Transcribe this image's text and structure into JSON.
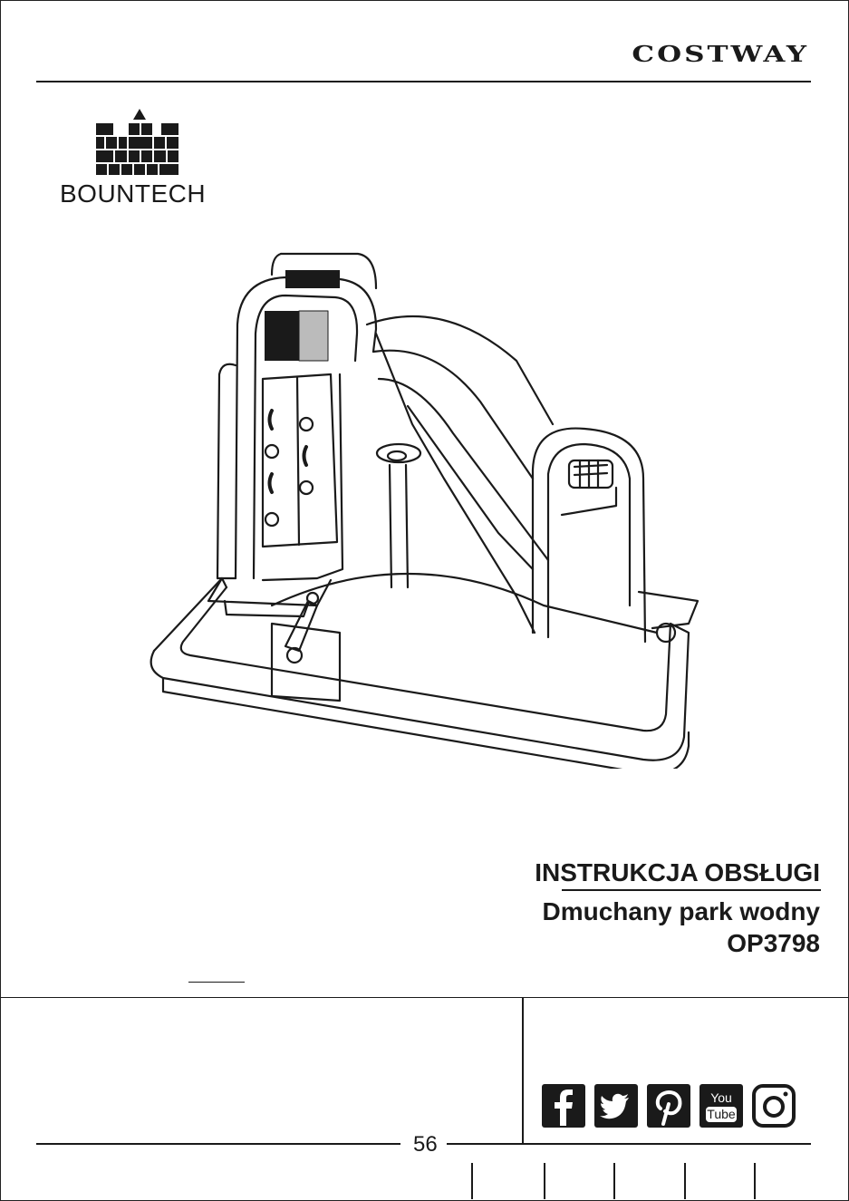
{
  "header": {
    "brand": "COSTWAY",
    "logo_text": "BOUNTECH"
  },
  "title": {
    "heading": "INSTRUKCJA OBSŁUGI",
    "product": "Dmuchany park wodny",
    "model": "OP3798"
  },
  "illustration": {
    "icon": "inflatable-water-park-icon"
  },
  "social": {
    "icons": [
      "facebook-icon",
      "twitter-icon",
      "pinterest-icon",
      "youtube-icon",
      "instagram-icon"
    ],
    "youtube_top": "You",
    "youtube_bottom": "Tube"
  },
  "footer": {
    "page_number": "56"
  },
  "colors": {
    "ink": "#1a1a1a",
    "background": "#ffffff"
  }
}
